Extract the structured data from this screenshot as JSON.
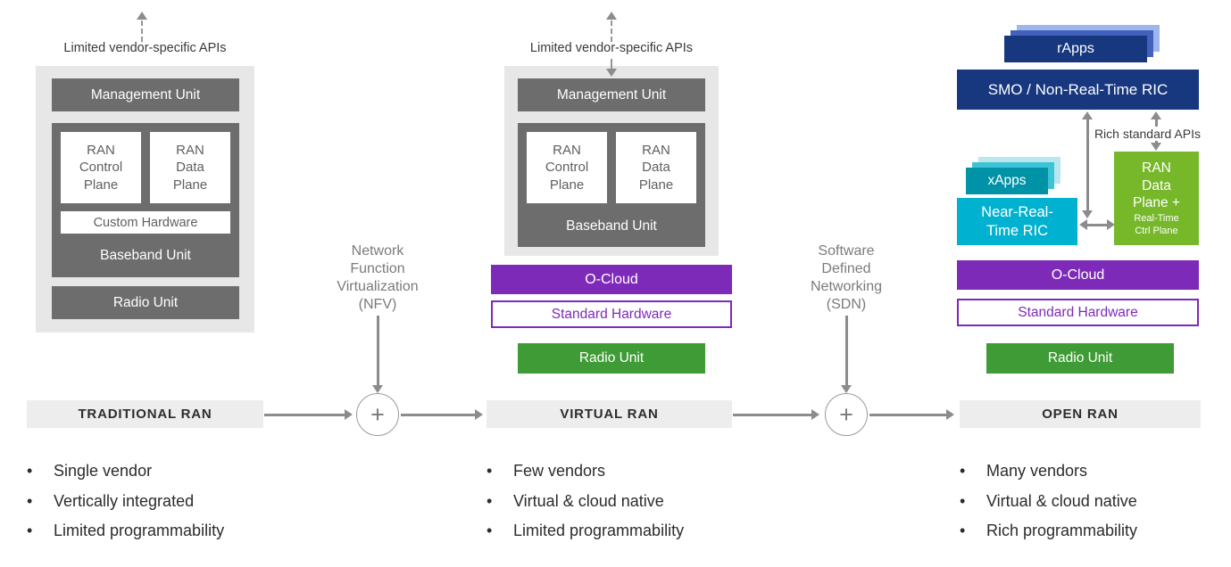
{
  "colors": {
    "dark_gray": "#6d6d6d",
    "light_gray_container": "#e7e7e7",
    "title_bar": "#ededed",
    "purple": "#7e2ab8",
    "green": "#3e9b35",
    "lime_green": "#76b82a",
    "navy": "#17377e",
    "cyan": "#00b2cf",
    "teal": "#0092a6",
    "arrow_gray": "#8c8c8c"
  },
  "traditional": {
    "api_label": "Limited vendor-specific APIs",
    "management_unit": "Management Unit",
    "ran_control_plane": "RAN Control Plane",
    "ran_data_plane": "RAN Data Plane",
    "custom_hardware": "Custom Hardware",
    "baseband_unit": "Baseband Unit",
    "radio_unit": "Radio Unit",
    "title": "TRADITIONAL RAN",
    "bullets": [
      "Single vendor",
      "Vertically integrated",
      "Limited programmability"
    ]
  },
  "nfv": {
    "label": "Network Function Virtualization (NFV)",
    "plus": "+"
  },
  "virtual": {
    "api_label": "Limited vendor-specific APIs",
    "management_unit": "Management Unit",
    "ran_control_plane": "RAN Control Plane",
    "ran_data_plane": "RAN Data Plane",
    "baseband_unit": "Baseband Unit",
    "o_cloud": "O-Cloud",
    "standard_hardware": "Standard Hardware",
    "radio_unit": "Radio Unit",
    "title": "VIRTUAL RAN",
    "bullets": [
      "Few vendors",
      "Virtual & cloud native",
      "Limited programmability"
    ]
  },
  "sdn": {
    "label": "Software Defined Networking (SDN)",
    "plus": "+"
  },
  "open": {
    "rapps": "rApps",
    "smo": "SMO / Non-Real-Time RIC",
    "api_label": "Rich standard APIs",
    "xapps": "xApps",
    "near_rt_line1": "Near-Real-",
    "near_rt_line2": "Time RIC",
    "ran_dp_main": "RAN Data Plane +",
    "ran_dp_sub": "Real-Time Ctrl Plane",
    "o_cloud": "O-Cloud",
    "standard_hardware": "Standard Hardware",
    "radio_unit": "Radio Unit",
    "title": "OPEN RAN",
    "bullets": [
      "Many vendors",
      "Virtual & cloud native",
      "Rich programmability"
    ]
  }
}
